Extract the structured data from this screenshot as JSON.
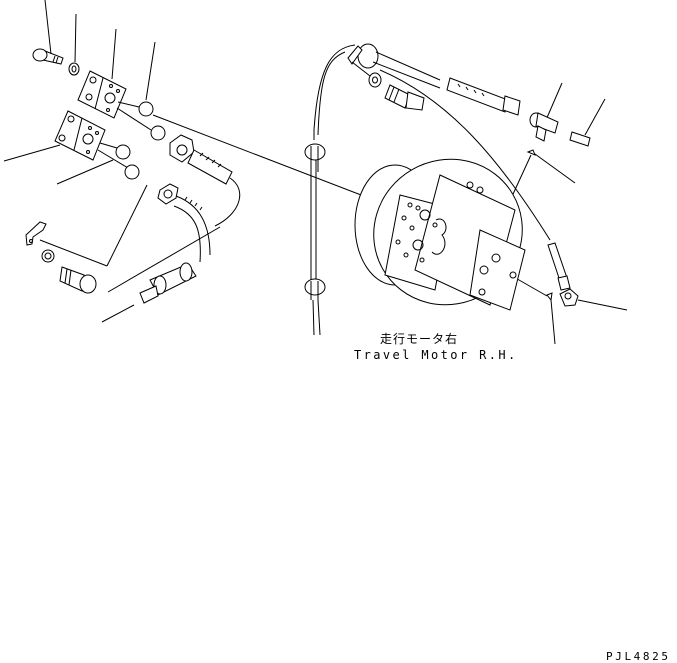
{
  "diagram": {
    "type": "exploded-parts-diagram",
    "caption": {
      "japanese": "走行モータ右",
      "english": "Travel Motor R.H."
    },
    "drawing_code": "PJL4825",
    "colors": {
      "line": "#000000",
      "background": "#ffffff"
    },
    "parts": [
      {
        "name": "bolt",
        "group": "left"
      },
      {
        "name": "washer",
        "group": "left"
      },
      {
        "name": "split-flange-upper",
        "group": "left"
      },
      {
        "name": "o-ring-upper",
        "group": "left"
      },
      {
        "name": "split-flange-lower",
        "group": "left"
      },
      {
        "name": "o-ring-lower",
        "group": "left"
      },
      {
        "name": "hose-clamp",
        "group": "left"
      },
      {
        "name": "hose-assembly",
        "group": "left"
      },
      {
        "name": "bolt-lower",
        "group": "left"
      },
      {
        "name": "washer-lower",
        "group": "left"
      },
      {
        "name": "clamp-bracket",
        "group": "left"
      },
      {
        "name": "hose-upper",
        "group": "center"
      },
      {
        "name": "bolt-center",
        "group": "center"
      },
      {
        "name": "washer-center",
        "group": "center"
      },
      {
        "name": "hose-fitting",
        "group": "center"
      },
      {
        "name": "elbow",
        "group": "right"
      },
      {
        "name": "connector",
        "group": "right"
      },
      {
        "name": "o-ring-small",
        "group": "right"
      },
      {
        "name": "drain-hose",
        "group": "right"
      },
      {
        "name": "elbow-lower",
        "group": "right"
      },
      {
        "name": "o-ring-lower-right",
        "group": "right"
      },
      {
        "name": "travel-motor",
        "group": "center"
      }
    ]
  }
}
